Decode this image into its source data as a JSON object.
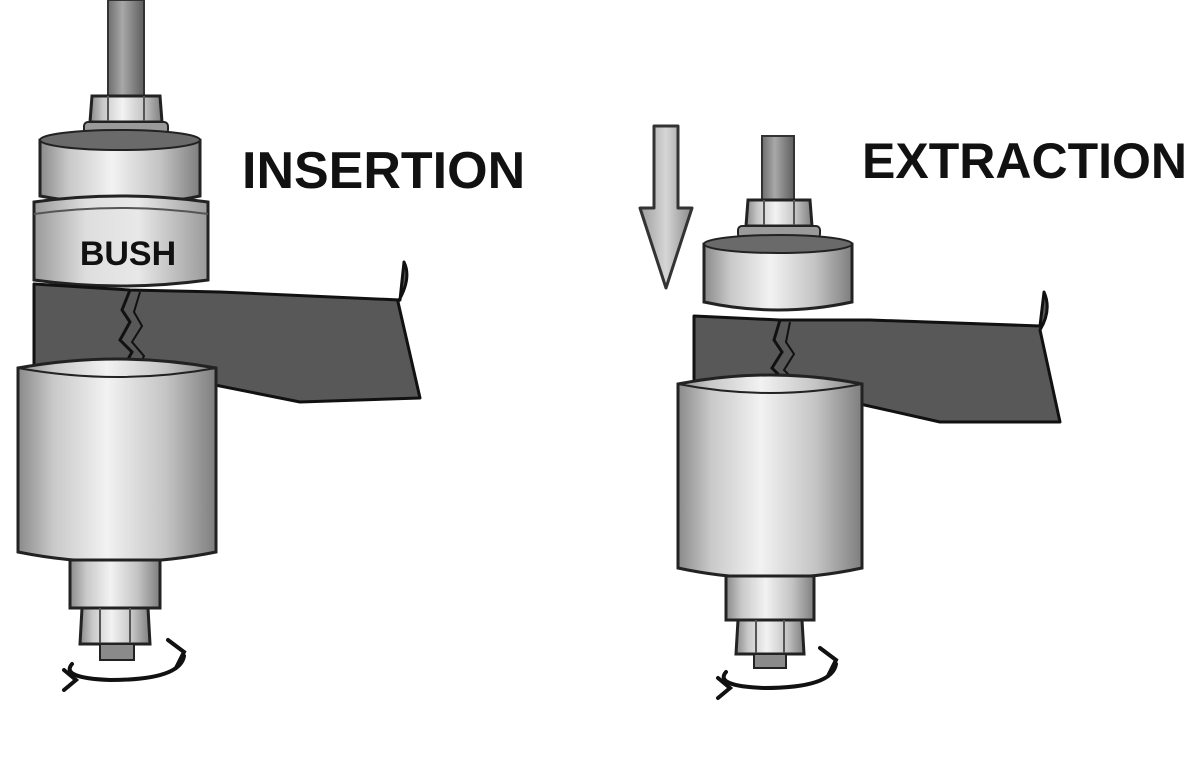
{
  "labels": {
    "insertion": "INSERTION",
    "extraction": "EXTRACTION",
    "bush": "BUSH"
  },
  "colors": {
    "background": "#ffffff",
    "outline": "#1a1a1a",
    "arm_fill": "#555555",
    "metal_light": "#e6e6e6",
    "metal_mid": "#b8b8b8",
    "metal_dark": "#7a7a7a"
  },
  "icons": [
    "down-arrow-icon",
    "rotation-arrow-icon"
  ]
}
